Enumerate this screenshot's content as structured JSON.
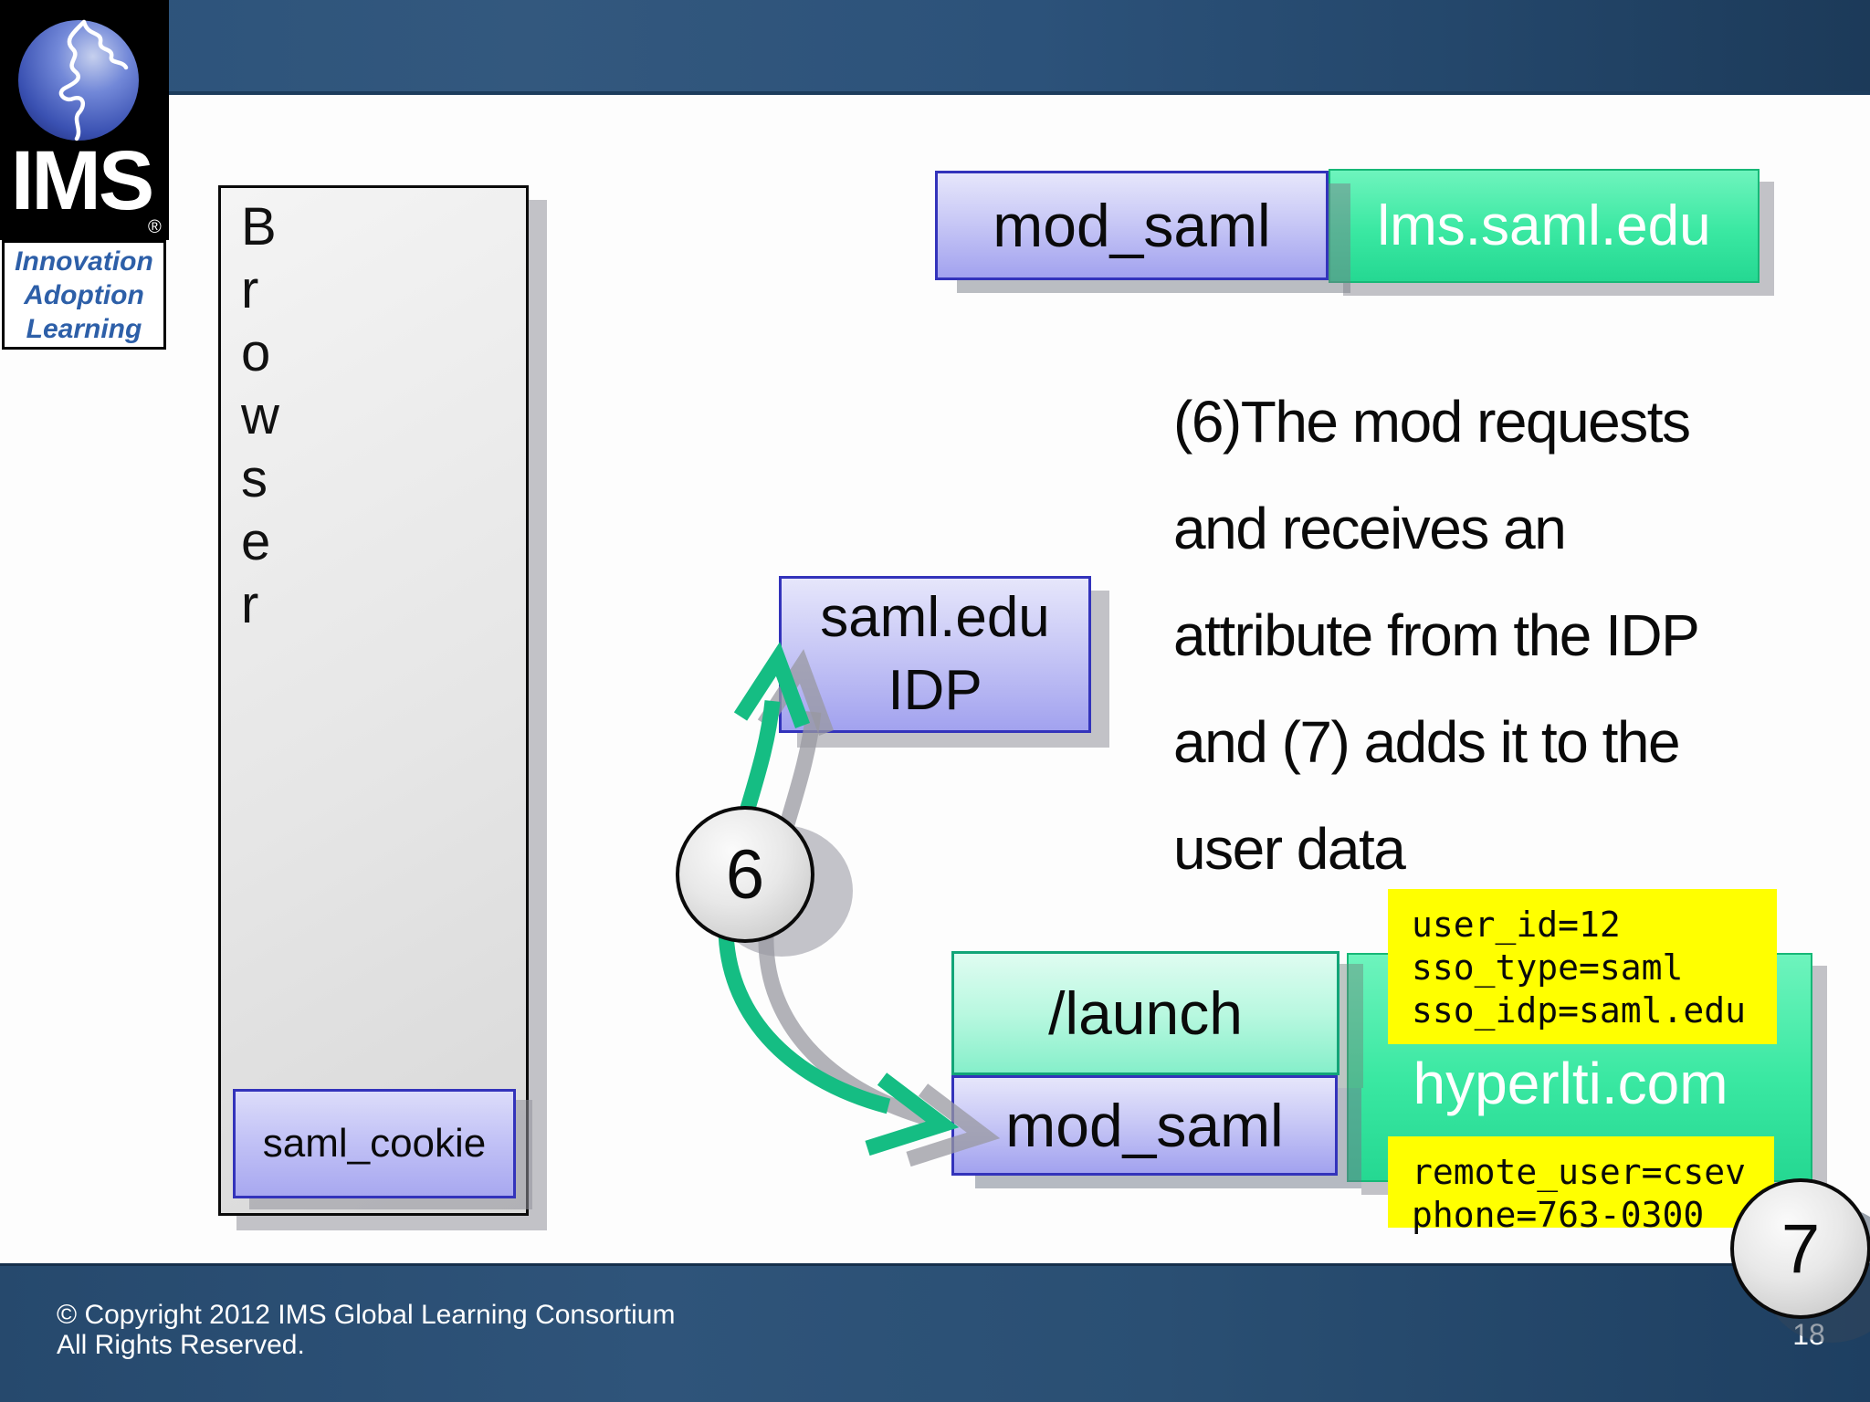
{
  "logo": {
    "name": "IMS",
    "registered": "®",
    "tagline_lines": [
      "Innovation",
      "Adoption",
      "Learning"
    ]
  },
  "browser": {
    "label": "Browser",
    "letters": [
      "B",
      "r",
      "o",
      "w",
      "s",
      "e",
      "r"
    ],
    "cookie_label": "saml_cookie"
  },
  "top_group": {
    "module_label": "mod_saml",
    "host_label": "lms.saml.edu"
  },
  "idp_box": {
    "line1": "saml.edu",
    "line2": "IDP"
  },
  "main_text": {
    "lines": [
      "(6)The mod requests",
      "and receives an",
      "attribute from the IDP",
      "and (7) adds it to the",
      "user data"
    ]
  },
  "steps": {
    "step6": "6",
    "step7": "7"
  },
  "bottom_group": {
    "launch_label": "/launch",
    "module_label": "mod_saml",
    "host_label": "hyperlti.com",
    "idp_attributes": [
      "user_id=12",
      "sso_type=saml",
      "sso_idp=saml.edu"
    ],
    "user_attributes": [
      "remote_user=csev",
      "phone=763-0300"
    ]
  },
  "footer": {
    "copyright_line1": "© Copyright 2012 IMS Global Learning Consortium",
    "copyright_line2": "All Rights Reserved.",
    "page_number": "18"
  },
  "colors": {
    "accent_green": "#1abc84",
    "host_box_green": "#3ae8a2",
    "process_box_purple": "#b9b9f3",
    "process_box_border": "#3333bb",
    "highlight_yellow": "#ffff00",
    "bar_blue": "#2d5378"
  }
}
